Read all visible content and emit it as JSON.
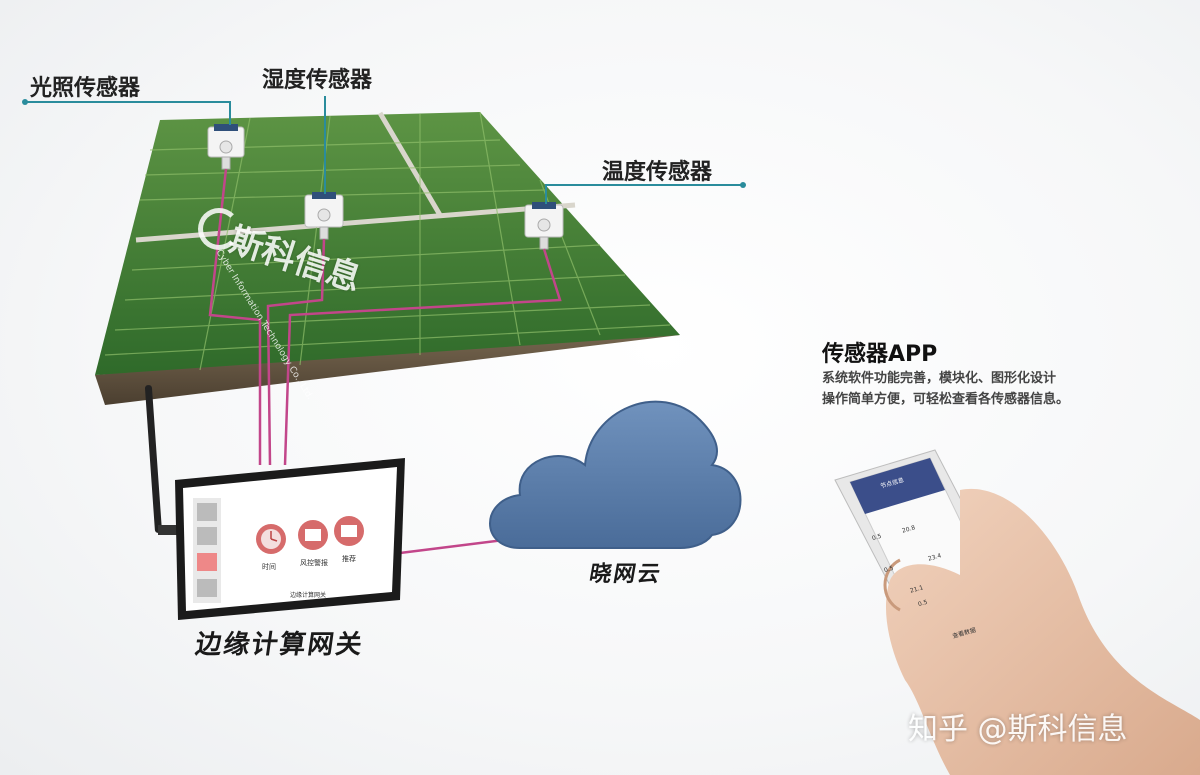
{
  "labels": {
    "light_sensor": "光照传感器",
    "humidity_sensor": "湿度传感器",
    "temperature_sensor": "温度传感器",
    "edge_gateway": "边缘计算网关",
    "cloud": "晓网云"
  },
  "app": {
    "title": "传感器APP",
    "line1": "系统软件功能完善，模块化、图形化设计",
    "line2": "操作简单方便，可轻松查看各传感器信息。"
  },
  "gateway_screen": {
    "tiles": [
      "时间",
      "风控警报",
      "推荐"
    ],
    "footer": "边缘计算网关"
  },
  "phone_screen": {
    "header": "节点信息",
    "readings": [
      "0.5",
      "20.8",
      "23.4",
      "0.5",
      "21.1",
      "0.5"
    ],
    "button": "查看数据"
  },
  "watermarks": {
    "logo_text": "斯科信息",
    "logo_sub": "Cyber Information Technology Co., Ltd.",
    "footer": "知乎 @斯科信息"
  },
  "colors": {
    "cable": "#c2468a",
    "leader": "#2a8c9c",
    "cloud": "#5577a3",
    "field": "#3f7a32"
  }
}
